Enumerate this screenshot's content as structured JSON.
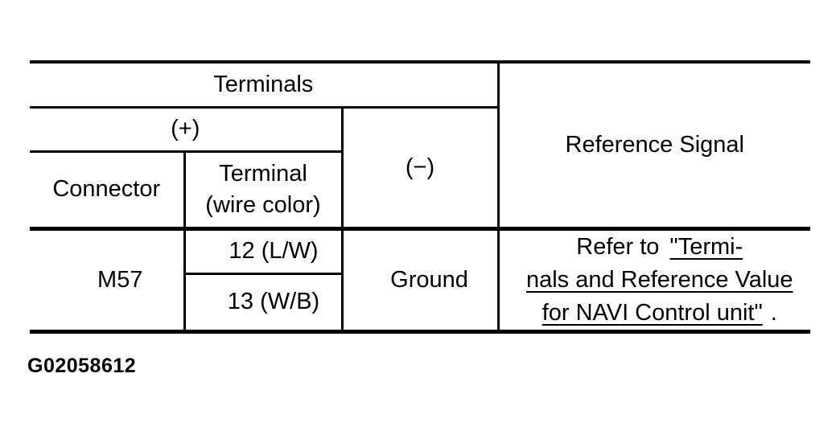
{
  "figure": {
    "id_label": "G02058612"
  },
  "colors": {
    "ink": "#000000",
    "paper": "#ffffff"
  },
  "table": {
    "header": {
      "terminals_label": "Terminals",
      "plus_label": "(+)",
      "connector_label": "Connector",
      "terminal_wire_line1": "Terminal",
      "terminal_wire_line2": "(wire color)",
      "minus_label": "(−)",
      "reference_signal_label": "Reference Signal"
    },
    "body": {
      "connector_value": "M57",
      "terminal_values": [
        "12 (L/W)",
        "13 (W/B)"
      ],
      "minus_value": "Ground",
      "reference": {
        "prefix": "Refer to",
        "link_line1": "\"Termi-",
        "link_line2": "nals and Reference Value",
        "link_line3": "for NAVI Control unit\"",
        "suffix": "."
      }
    }
  }
}
